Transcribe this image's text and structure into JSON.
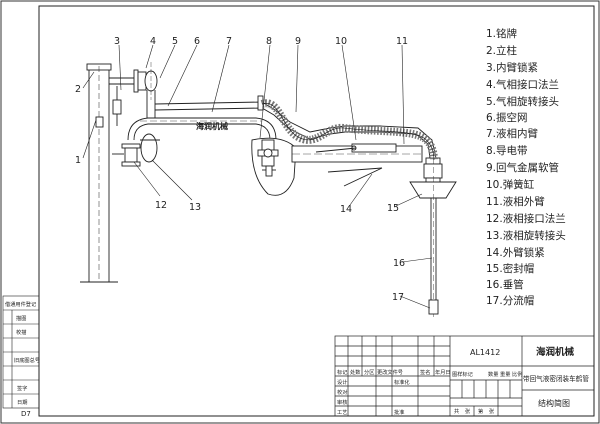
{
  "callouts": [
    "1",
    "2",
    "3",
    "4",
    "5",
    "6",
    "7",
    "8",
    "9",
    "10",
    "11",
    "12",
    "13",
    "14",
    "15",
    "16",
    "17"
  ],
  "arm_label": "海润机械",
  "parts_list": [
    "1.铭牌",
    "2.立柱",
    "3.内臂锁紧",
    "4.气相接口法兰",
    "5.气相旋转接头",
    "6.振空网",
    "7.液相内臂",
    "8.导电带",
    "9.回气金属软管",
    "10.弹簧缸",
    "11.液相外臂",
    "12.液相接口法兰",
    "13.液相旋转接头",
    "14.外臂锁紧",
    "15.密封帽",
    "16.垂管",
    "17.分流帽"
  ],
  "side_stamps": [
    "借通用件登记",
    "描图",
    "校描",
    "旧底图总号",
    "签字",
    "日期",
    "D7"
  ],
  "title_block": {
    "company": "海润机械",
    "drawing_no": "AL1412",
    "product_name": "带回气液密闭装车鹤管",
    "drawing_title": "结构简图",
    "row_labels": [
      "标记",
      "处数",
      "分区",
      "更改文件号",
      "签名",
      "年月日"
    ],
    "left_labels": [
      "设计",
      "校对",
      "审核",
      "工艺"
    ],
    "std_label": "标准化",
    "approve_label": "批准",
    "meta_labels": [
      "图样标记",
      "数量",
      "重量",
      "比例"
    ],
    "sheet_labels": [
      "共",
      "张",
      "第",
      "张"
    ]
  }
}
